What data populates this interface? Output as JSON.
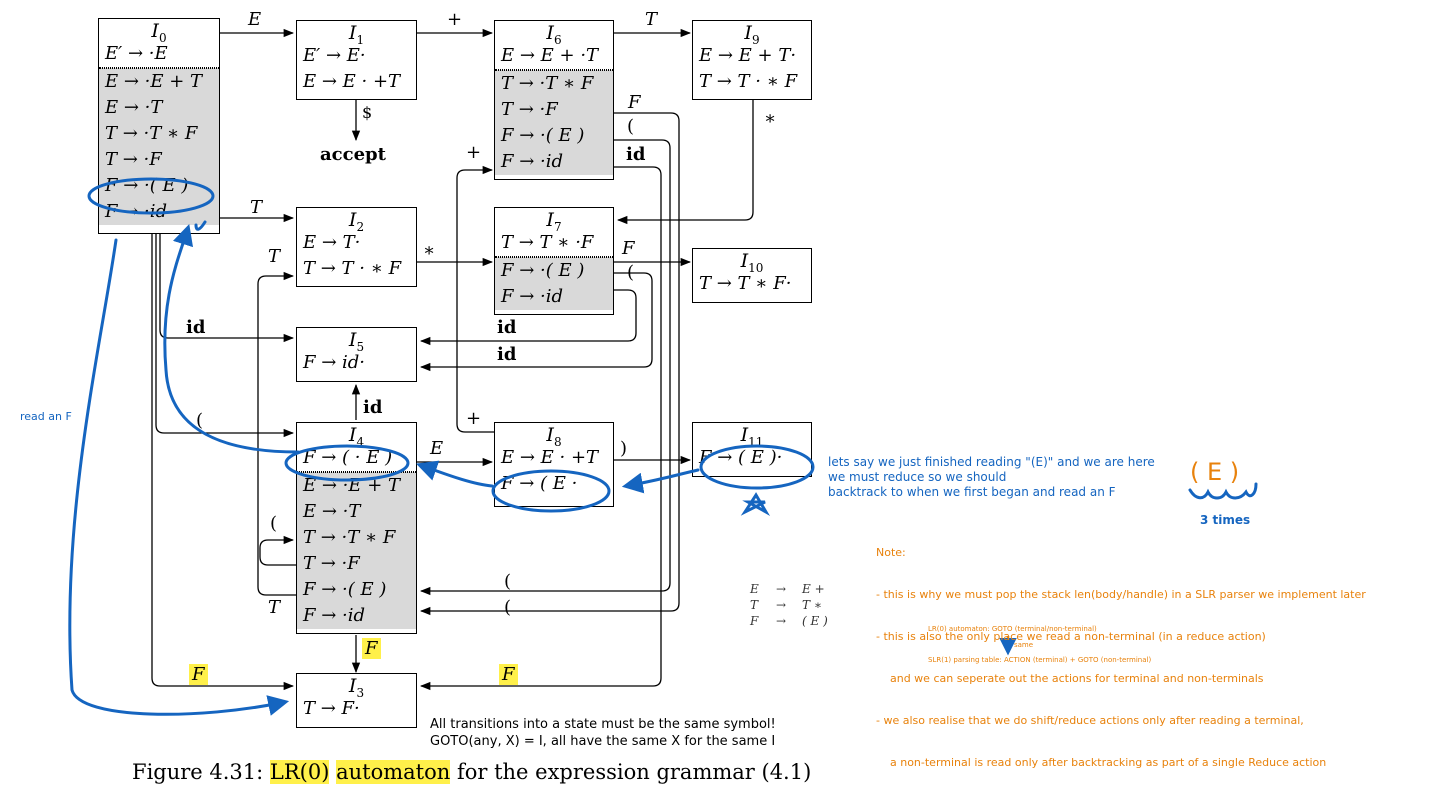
{
  "states": {
    "i0": {
      "title": "I",
      "sub": "0",
      "kernel": [
        "E′ → ·E"
      ],
      "closure": [
        "E → ·E + T",
        "E → ·T",
        "T → ·T ∗ F",
        "T → ·F",
        "F → ·( E )",
        "F → ·id"
      ]
    },
    "i1": {
      "title": "I",
      "sub": "1",
      "kernel": [
        "E′ → E·",
        "E → E · +T"
      ],
      "closure": []
    },
    "i2": {
      "title": "I",
      "sub": "2",
      "kernel": [
        "E → T·",
        "T → T · ∗ F"
      ],
      "closure": []
    },
    "i3": {
      "title": "I",
      "sub": "3",
      "kernel": [
        "T → F·"
      ],
      "closure": []
    },
    "i4": {
      "title": "I",
      "sub": "4",
      "kernel": [
        "F → ( · E )"
      ],
      "closure": [
        "E → ·E + T",
        "E → ·T",
        "T → ·T ∗ F",
        "T → ·F",
        "F → ·( E )",
        "F → ·id"
      ]
    },
    "i5": {
      "title": "I",
      "sub": "5",
      "kernel": [
        "F → id·"
      ],
      "closure": []
    },
    "i6": {
      "title": "I",
      "sub": "6",
      "kernel": [
        "E → E + ·T"
      ],
      "closure": [
        "T → ·T ∗ F",
        "T → ·F",
        "F → ·( E )",
        "F → ·id"
      ]
    },
    "i7": {
      "title": "I",
      "sub": "7",
      "kernel": [
        "T → T ∗ ·F"
      ],
      "closure": [
        "F → ·( E )",
        "F → ·id"
      ]
    },
    "i8": {
      "title": "I",
      "sub": "8",
      "kernel": [
        "E → E · +T",
        "F → ( E ·"
      ],
      "closure": []
    },
    "i9": {
      "title": "I",
      "sub": "9",
      "kernel": [
        "E → E + T·",
        "T → T · ∗ F"
      ],
      "closure": []
    },
    "i10": {
      "title": "I",
      "sub": "10",
      "kernel": [
        "T → T ∗ F·"
      ],
      "closure": []
    },
    "i11": {
      "title": "I",
      "sub": "11",
      "kernel": [
        "F → ( E )·"
      ],
      "closure": []
    }
  },
  "edge_labels": {
    "e": "E",
    "plus": "+",
    "t": "T",
    "f": "F",
    "lparen": "(",
    "rparen": ")",
    "id": "id",
    "star": "∗",
    "dollar": "$"
  },
  "accept": "accept",
  "black_note": {
    "line1": "All transitions into a state must be the same symbol!",
    "line2": "GOTO(any, X) = I, all have the same X for the same I"
  },
  "caption": {
    "prefix": "Figure 4.31: ",
    "hl1": "LR(0)",
    "hl2": "automaton",
    "suffix": " for the expression grammar (4.1)"
  },
  "grammar_snippet": {
    "rows": [
      [
        "E",
        "→",
        "E +"
      ],
      [
        "T",
        "→",
        "T ∗"
      ],
      [
        "F",
        "→",
        "( E )"
      ]
    ]
  },
  "blue_notes": {
    "read_f": "read an F",
    "backtrack": [
      "lets say we just finished reading \"(E)\" and we are here",
      "we must reduce so we should",
      "backtrack to when we first began and read an F"
    ],
    "e_paren": "( E )",
    "times": "3 times"
  },
  "orange_notes": {
    "title": "Note:",
    "lines": [
      "- this is why we must pop the stack len(body/handle) in a SLR parser we implement later",
      "- this is also the only place we read a non-terminal (in a reduce action)",
      "    and we can seperate out the actions for terminal and non-terminals",
      "- we also realise that we do shift/reduce actions only after reading a terminal,",
      "    a non-terminal is read only after backtracking as part of a single Reduce action"
    ],
    "automaton": "LR(0) automaton: GOTO (terminal/non-terminal)",
    "same": "same",
    "table": "SLR(1) parsing table: ACTION (terminal) + GOTO (non-terminal)"
  },
  "colors": {
    "ink_blue": "#1565c0",
    "ink_orange": "#e8820c",
    "highlight": "#fff04a",
    "closure_gray": "#d9d9d9"
  }
}
